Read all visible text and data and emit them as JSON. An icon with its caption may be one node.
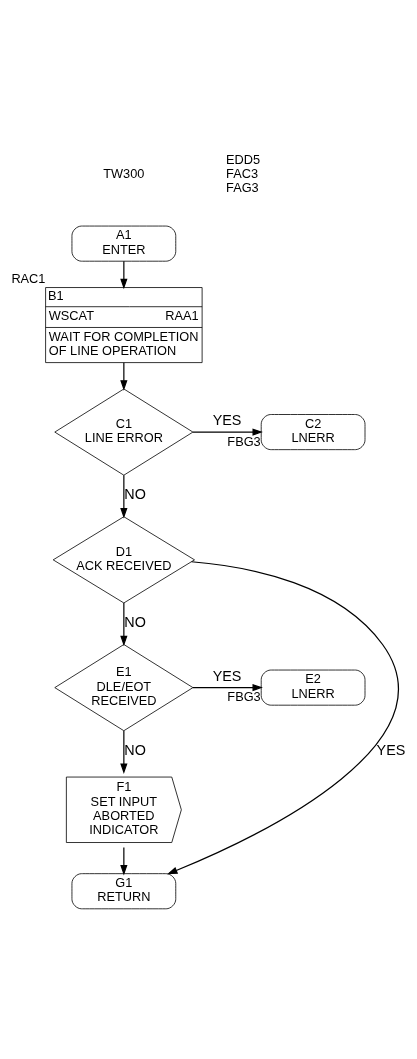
{
  "diagram": {
    "nodes": [
      {
        "text": [
          "A1",
          "ENTER"
        ]
      },
      {
        "text": [
          "B1",
          "WSCAT",
          "RAA1",
          "WAIT FOR COMPLETION OF LINE OPERATION"
        ],
        "beside": [
          "RAC1"
        ]
      },
      {
        "text": [
          "C1",
          "LINE ERROR"
        ]
      },
      {
        "text": [
          "C2",
          "LNERR"
        ],
        "beside": [
          "FBG3"
        ]
      },
      {
        "text": [
          "D1",
          "ACK RECEIVED"
        ]
      },
      {
        "text": [
          "E1",
          "DLE/EOT RECEIVED"
        ]
      },
      {
        "text": [
          "E2",
          "LNERR"
        ],
        "beside": [
          "FBG3"
        ]
      },
      {
        "text": [
          "F1",
          "SET INPUT ABORTED INDICATOR"
        ]
      },
      {
        "text": [
          "G1",
          "RETURN"
        ]
      }
    ],
    "edges": [
      {
        "from": 0,
        "to": 1,
        "arrow": "to"
      },
      {
        "from": 1,
        "to": 2,
        "arrow": "to"
      },
      {
        "from": 2,
        "to": 3,
        "arrow": "to",
        "label": "YES"
      },
      {
        "from": 2,
        "to": 4,
        "arrow": "to",
        "label": "NO"
      },
      {
        "from": 4,
        "to": 8,
        "arrow": "to",
        "label": "YES"
      },
      {
        "from": 4,
        "to": 5,
        "arrow": "to",
        "label": "NO"
      },
      {
        "from": 5,
        "to": 6,
        "arrow": "to",
        "label": "YES"
      },
      {
        "from": 5,
        "to": 7,
        "arrow": "to",
        "label": "NO"
      },
      {
        "from": 7,
        "to": 8,
        "arrow": "to"
      }
    ],
    "labels": [
      "TW300",
      "EDD5",
      "FAC3",
      "FAG3"
    ]
  }
}
